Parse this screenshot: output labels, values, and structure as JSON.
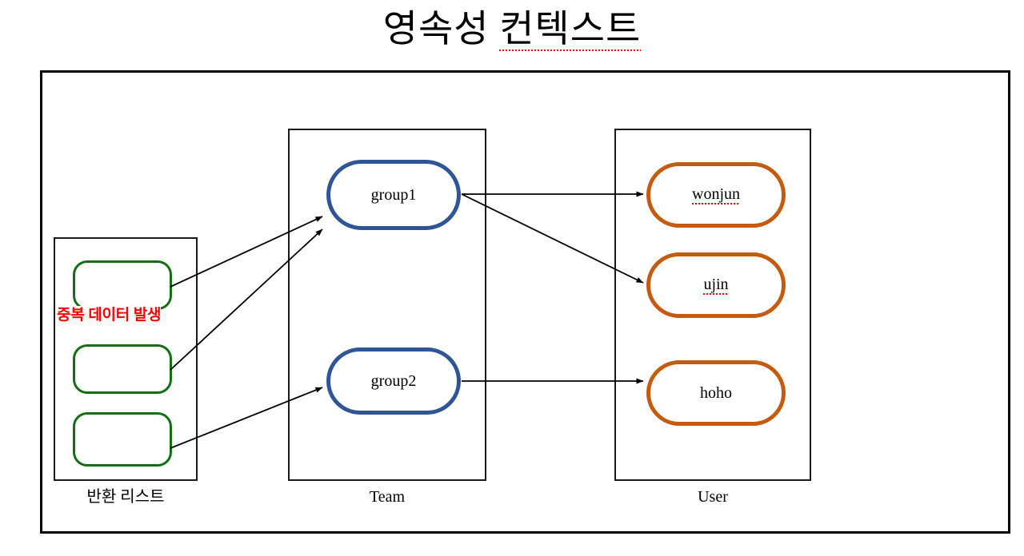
{
  "slide": {
    "title_plain": "영속성 ",
    "title_misspelled": "컨텍스트",
    "title_full": "영속성 컨텍스트"
  },
  "diagram": {
    "columns": [
      {
        "id": "return-list",
        "label": "반환 리스트",
        "border_color": "#1a1a1a"
      },
      {
        "id": "team",
        "label": "Team",
        "border_color": "#1a1a1a"
      },
      {
        "id": "user",
        "label": "User",
        "border_color": "#1a1a1a"
      }
    ],
    "return_list_nodes": [
      {
        "id": "return-1",
        "label": "",
        "color": "#127012"
      },
      {
        "id": "return-2",
        "label": "",
        "color": "#127012"
      },
      {
        "id": "return-3",
        "label": "",
        "color": "#127012"
      }
    ],
    "team_nodes": [
      {
        "id": "group1",
        "label": "group1",
        "color": "#2f5597"
      },
      {
        "id": "group2",
        "label": "group2",
        "color": "#2f5597"
      }
    ],
    "user_nodes": [
      {
        "id": "wonjun",
        "label": "wonjun",
        "color": "#c55a11",
        "spellcheck_error": true
      },
      {
        "id": "ujin",
        "label": "ujin",
        "color": "#c55a11",
        "spellcheck_error": true
      },
      {
        "id": "hoho",
        "label": "hoho",
        "color": "#c55a11",
        "spellcheck_error": false
      }
    ],
    "annotation": {
      "text": "중복 데이터 발생",
      "color": "#ff0000"
    },
    "connections": [
      {
        "from": "return-1",
        "to": "group1"
      },
      {
        "from": "return-2",
        "to": "group1"
      },
      {
        "from": "return-3",
        "to": "group2"
      },
      {
        "from": "group1",
        "to": "wonjun"
      },
      {
        "from": "group1",
        "to": "ujin"
      },
      {
        "from": "group2",
        "to": "hoho"
      }
    ],
    "colors": {
      "green": "#127012",
      "blue": "#2f5597",
      "orange": "#c55a11",
      "frame": "#000000",
      "accent_red": "#ff0000"
    }
  }
}
